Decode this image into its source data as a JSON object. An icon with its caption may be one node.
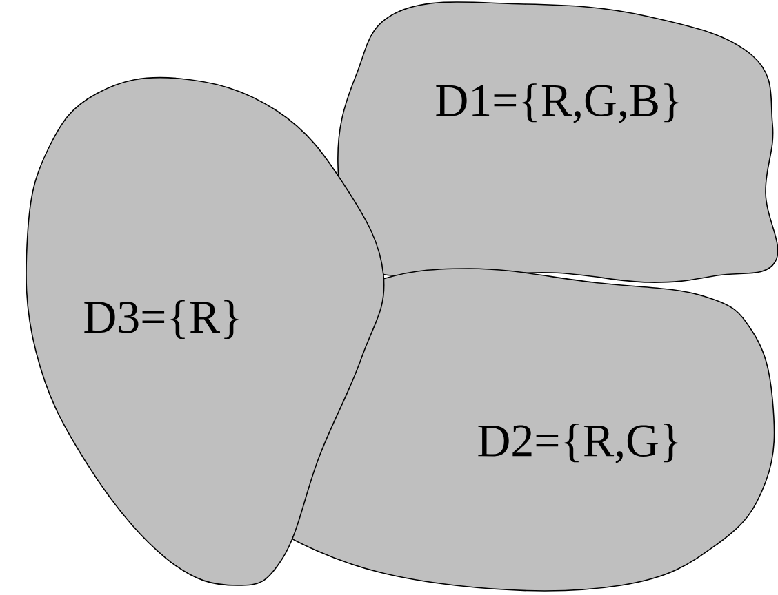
{
  "diagram": {
    "nodes": [
      {
        "text": [
          "D1={R,G,B}"
        ]
      },
      {
        "text": [
          "D2={R,G}"
        ]
      },
      {
        "text": [
          "D3={R}"
        ]
      }
    ]
  }
}
